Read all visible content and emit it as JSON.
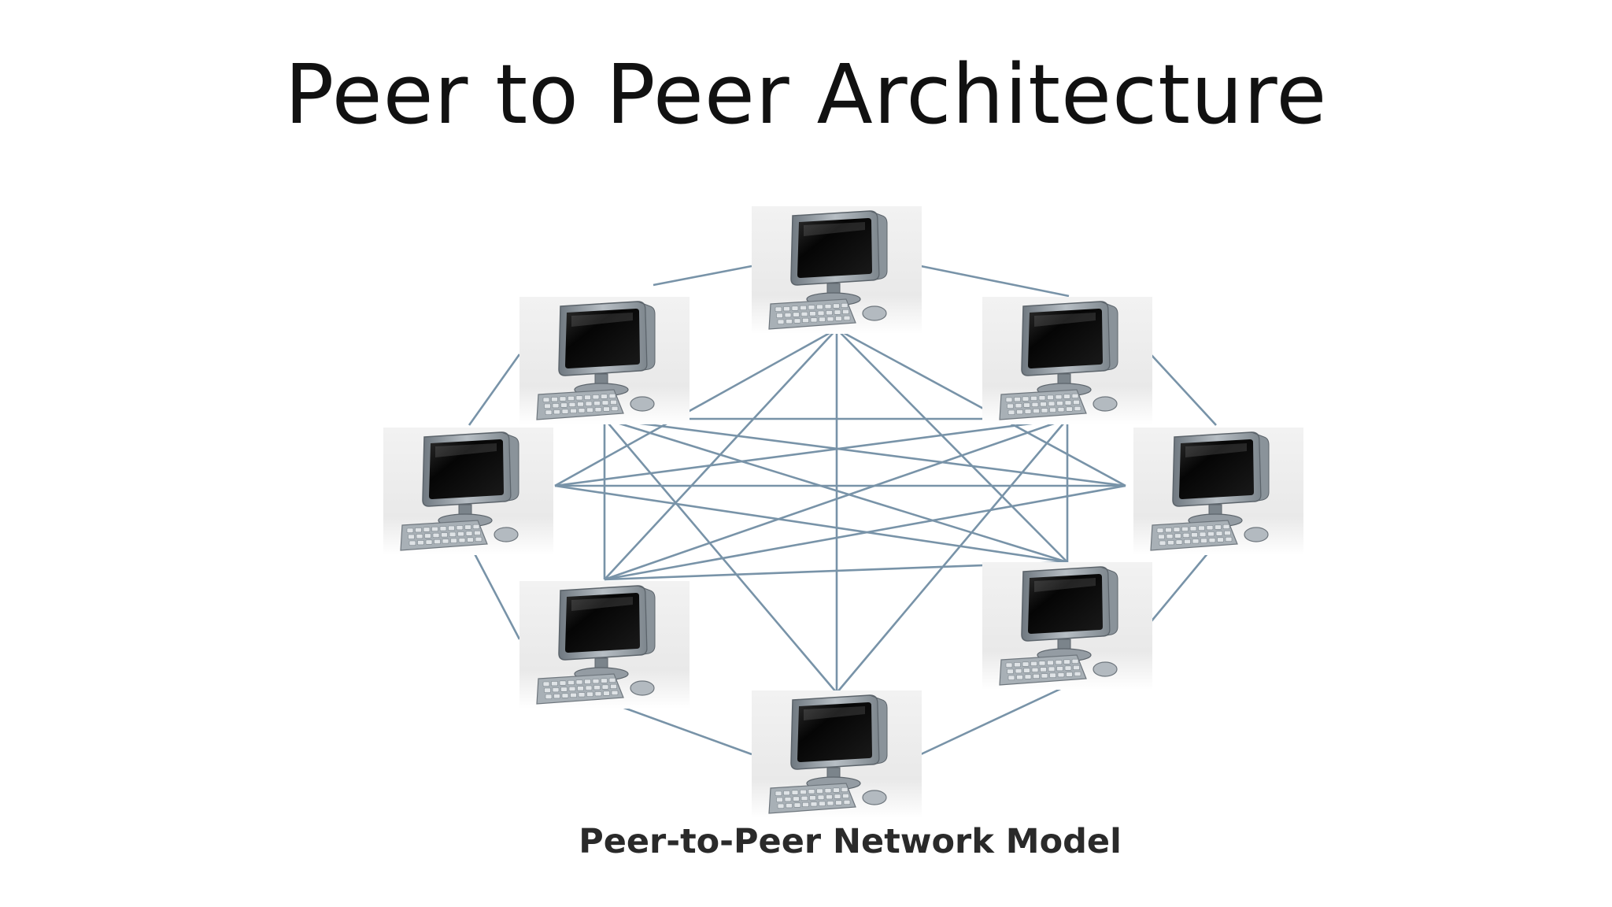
{
  "title": "Peer to Peer Architecture",
  "diagram": {
    "caption": "Peer-to-Peer Network Model",
    "node_icon": "computer-icon",
    "colors": {
      "link": "#7893a8",
      "monitor_frame": "#9aa3ab",
      "screen": "#0b0b0b",
      "tile_background": "#ececec"
    },
    "peers": [
      "top",
      "upper-left",
      "upper-right",
      "left",
      "right",
      "lower-left",
      "lower-right",
      "bottom"
    ],
    "links": [
      [
        "top",
        "upper-left"
      ],
      [
        "top",
        "upper-right"
      ],
      [
        "upper-left",
        "left"
      ],
      [
        "upper-right",
        "right"
      ],
      [
        "left",
        "lower-left"
      ],
      [
        "right",
        "lower-right"
      ],
      [
        "lower-left",
        "bottom"
      ],
      [
        "lower-right",
        "bottom"
      ],
      [
        "top",
        "left"
      ],
      [
        "top",
        "right"
      ],
      [
        "top",
        "lower-left"
      ],
      [
        "top",
        "lower-right"
      ],
      [
        "top",
        "bottom"
      ],
      [
        "upper-left",
        "upper-right"
      ],
      [
        "upper-left",
        "right"
      ],
      [
        "upper-left",
        "lower-right"
      ],
      [
        "upper-left",
        "bottom"
      ],
      [
        "upper-left",
        "lower-left"
      ],
      [
        "upper-right",
        "left"
      ],
      [
        "upper-right",
        "lower-left"
      ],
      [
        "upper-right",
        "bottom"
      ],
      [
        "upper-right",
        "lower-right"
      ],
      [
        "left",
        "right"
      ],
      [
        "left",
        "lower-right"
      ],
      [
        "right",
        "lower-left"
      ],
      [
        "lower-left",
        "lower-right"
      ]
    ]
  }
}
